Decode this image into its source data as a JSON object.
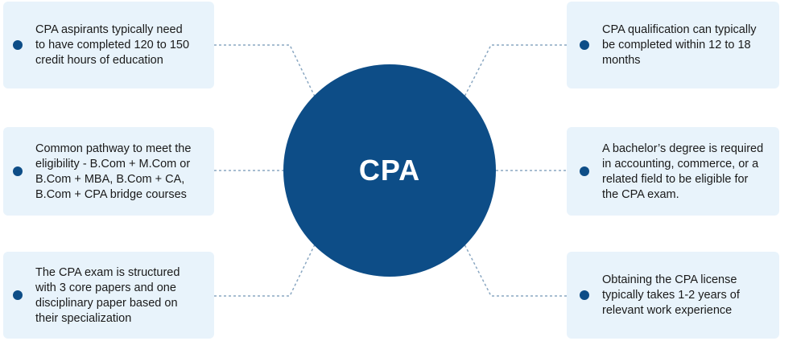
{
  "center": {
    "label": "CPA"
  },
  "colors": {
    "circle": "#0d4d87",
    "card_background": "#e8f3fb",
    "bullet": "#0d4d87",
    "connector": "#8aa7c2"
  },
  "left_cards": [
    {
      "text": "CPA aspirants typically need\nto have completed 120 to 150\ncredit hours of education"
    },
    {
      "text": "Common pathway to meet the\neligibility - B.Com + M.Com or\nB.Com + MBA, B.Com + CA,\nB.Com + CPA bridge courses"
    },
    {
      "text": "The CPA exam is structured\nwith 3 core papers and one\ndisciplinary paper based on\ntheir specialization"
    }
  ],
  "right_cards": [
    {
      "text": "CPA qualification can typically\nbe completed within 12 to 18\nmonths"
    },
    {
      "text": "A bachelor’s degree is required\nin accounting, commerce, or a\nrelated field to be eligible for\nthe CPA exam."
    },
    {
      "text": "Obtaining the CPA license\ntypically takes 1-2 years of\nrelevant work experience"
    }
  ]
}
